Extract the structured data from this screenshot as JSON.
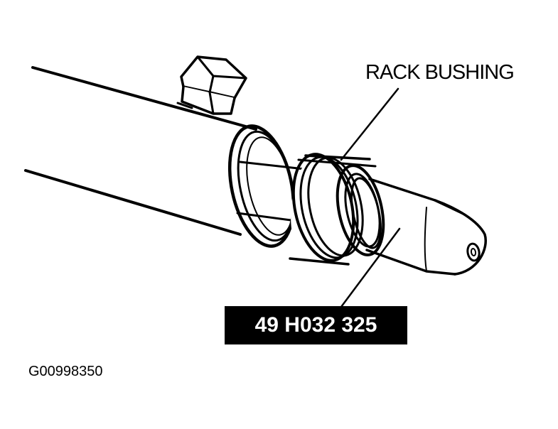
{
  "callout": {
    "text": "RACK BUSHING"
  },
  "tool_number": {
    "text": "49 H032 325"
  },
  "figure_id": {
    "text": "G00998350"
  }
}
